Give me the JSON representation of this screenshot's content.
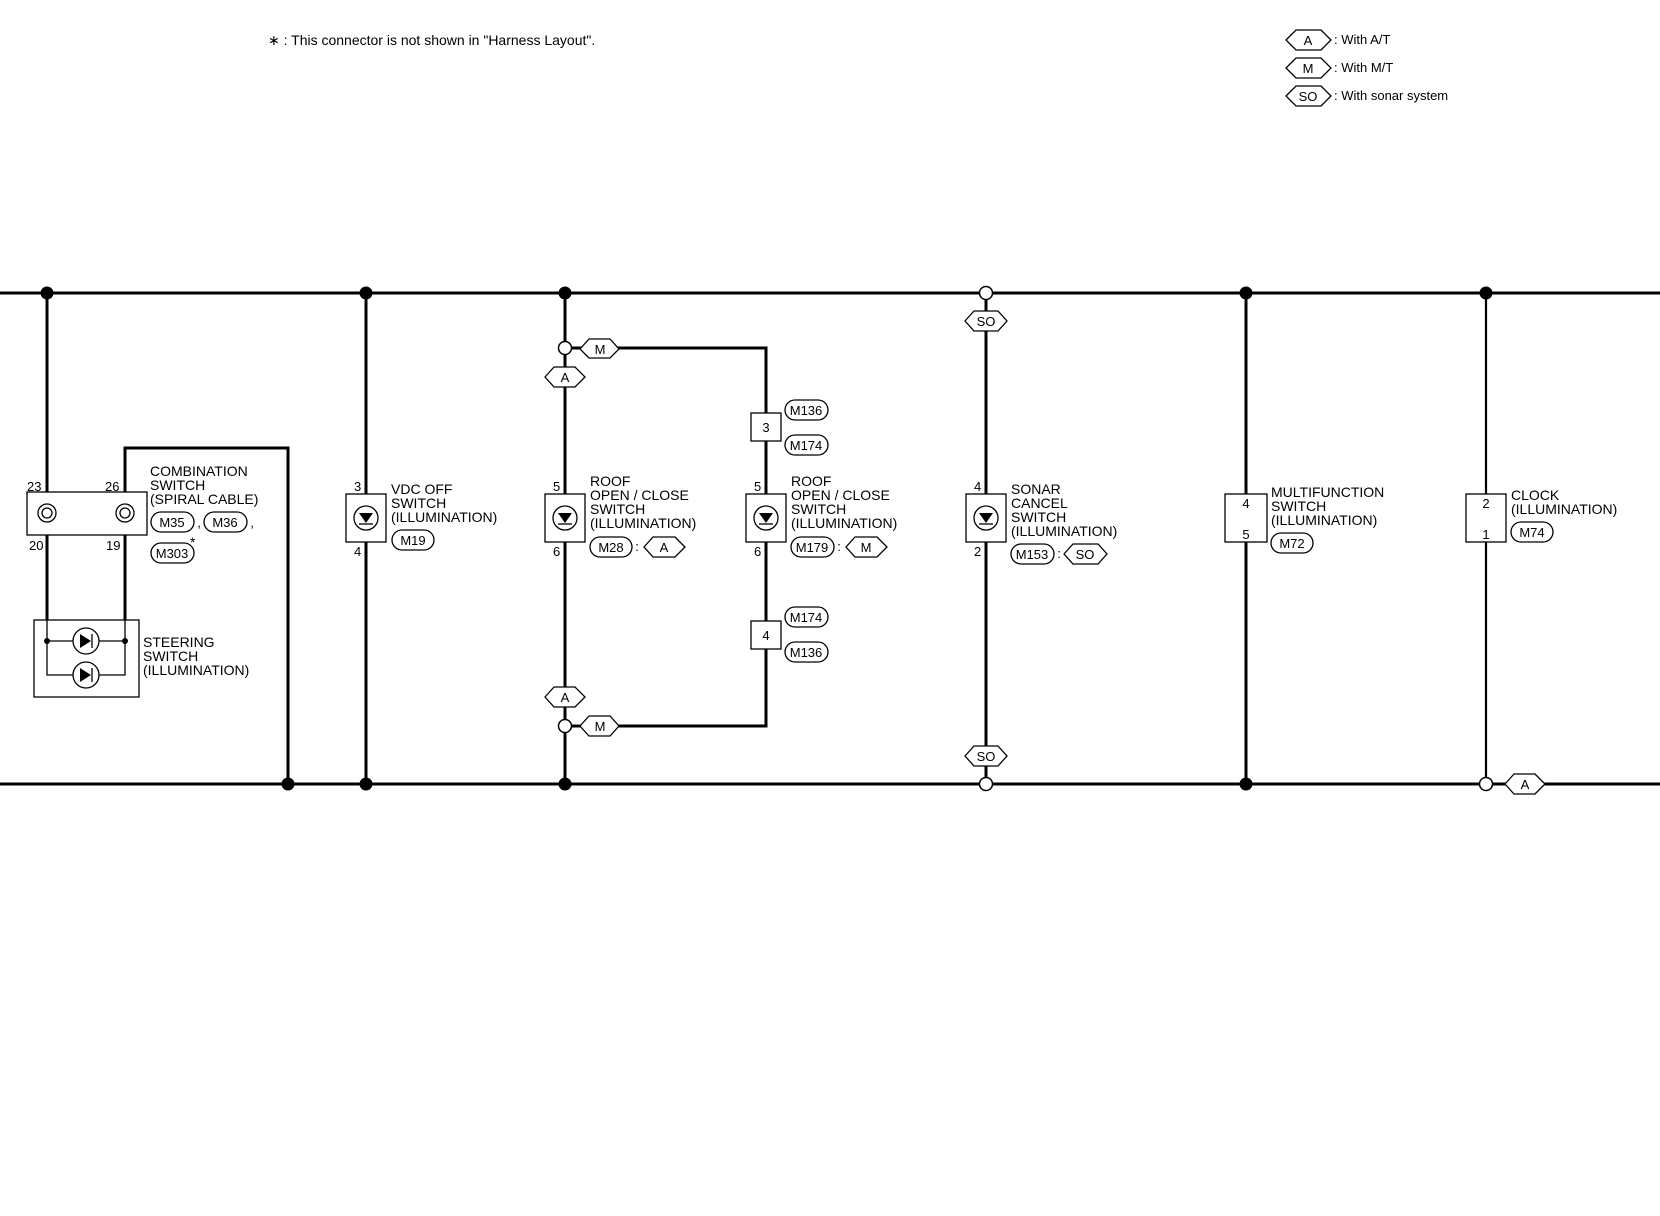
{
  "footnote": "∗ : This connector is not shown in \"Harness Layout\".",
  "legend": [
    {
      "code": "A",
      "text": ": With A/T"
    },
    {
      "code": "M",
      "text": ": With M/T"
    },
    {
      "code": "SO",
      "text": ": With sonar system"
    }
  ],
  "components": {
    "combination_switch": {
      "lines": [
        "COMBINATION",
        "SWITCH",
        "(SPIRAL CABLE)"
      ],
      "connectors": [
        "M35",
        "M36",
        "M303"
      ],
      "pins": [
        "23",
        "26",
        "20",
        "19"
      ],
      "asterisk": "*"
    },
    "steering_switch": {
      "lines": [
        "STEERING",
        "SWITCH",
        "(ILLUMINATION)"
      ]
    },
    "vdc_off_switch": {
      "lines": [
        "VDC OFF",
        "SWITCH",
        "(ILLUMINATION)"
      ],
      "connector": "M19",
      "pins": [
        "3",
        "4"
      ]
    },
    "roof_switch_at": {
      "lines": [
        "ROOF",
        "OPEN / CLOSE",
        "SWITCH",
        "(ILLUMINATION)"
      ],
      "connector": "M28",
      "variant": "A",
      "pins": [
        "5",
        "6"
      ]
    },
    "roof_switch_mt": {
      "lines": [
        "ROOF",
        "OPEN / CLOSE",
        "SWITCH",
        "(ILLUMINATION)"
      ],
      "connector": "M179",
      "variant": "M",
      "pins": [
        "5",
        "6"
      ]
    },
    "sonar_cancel_switch": {
      "lines": [
        "SONAR",
        "CANCEL",
        "SWITCH",
        "(ILLUMINATION)"
      ],
      "connector": "M153",
      "variant": "SO",
      "pins": [
        "4",
        "2"
      ]
    },
    "multifunction_switch": {
      "lines": [
        "MULTIFUNCTION",
        "SWITCH",
        "(ILLUMINATION)"
      ],
      "connector": "M72",
      "pins": [
        "4",
        "5"
      ]
    },
    "clock": {
      "lines": [
        "CLOCK",
        "(ILLUMINATION)"
      ],
      "connector": "M74",
      "pins": [
        "2",
        "1"
      ]
    }
  },
  "joint_connectors": {
    "upper": {
      "pin": "3",
      "connectors": [
        "M136",
        "M174"
      ]
    },
    "lower": {
      "pin": "4",
      "connectors": [
        "M174",
        "M136"
      ]
    }
  },
  "variant_tags": {
    "M": "M",
    "A": "A",
    "SO": "SO"
  },
  "icons": {
    "led": "led-diode-icon",
    "spiral": "spiral-cable-icon",
    "splice": "splice-dot-icon",
    "option_branch": "option-branch-circle-icon"
  },
  "colors": {
    "line": "#000000",
    "background": "#ffffff"
  }
}
